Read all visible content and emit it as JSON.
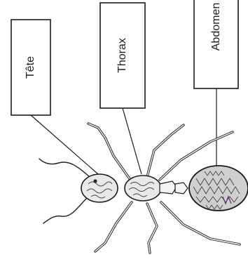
{
  "labels": {
    "head": "Tête",
    "thorax": "Thorax",
    "abdomen": "Abdomen"
  },
  "colors": {
    "ink": "#1a1a1a",
    "paper": "#ffffff",
    "abdomen_shade": "#cfcfcf",
    "accent_purple": "#6a3d7a"
  }
}
